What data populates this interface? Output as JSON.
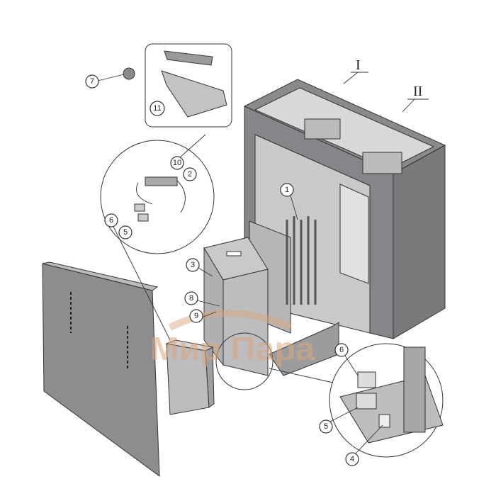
{
  "diagram": {
    "title_marks": {
      "section_1": "I",
      "section_2": "II"
    },
    "watermark": "Мир Пара",
    "callouts": {
      "c7": "7",
      "c11": "11",
      "c10": "10",
      "c2": "2",
      "c6a": "6",
      "c5a": "5",
      "c1": "1",
      "c3": "3",
      "c8": "8",
      "c9": "9",
      "c6b": "6",
      "c5b": "5",
      "c4": "4"
    },
    "colors": {
      "body": "#7d7d80",
      "panel": "#a9a9ab",
      "light": "#d6d6d6",
      "line": "#333333",
      "watermark": "#d9a77e"
    }
  }
}
